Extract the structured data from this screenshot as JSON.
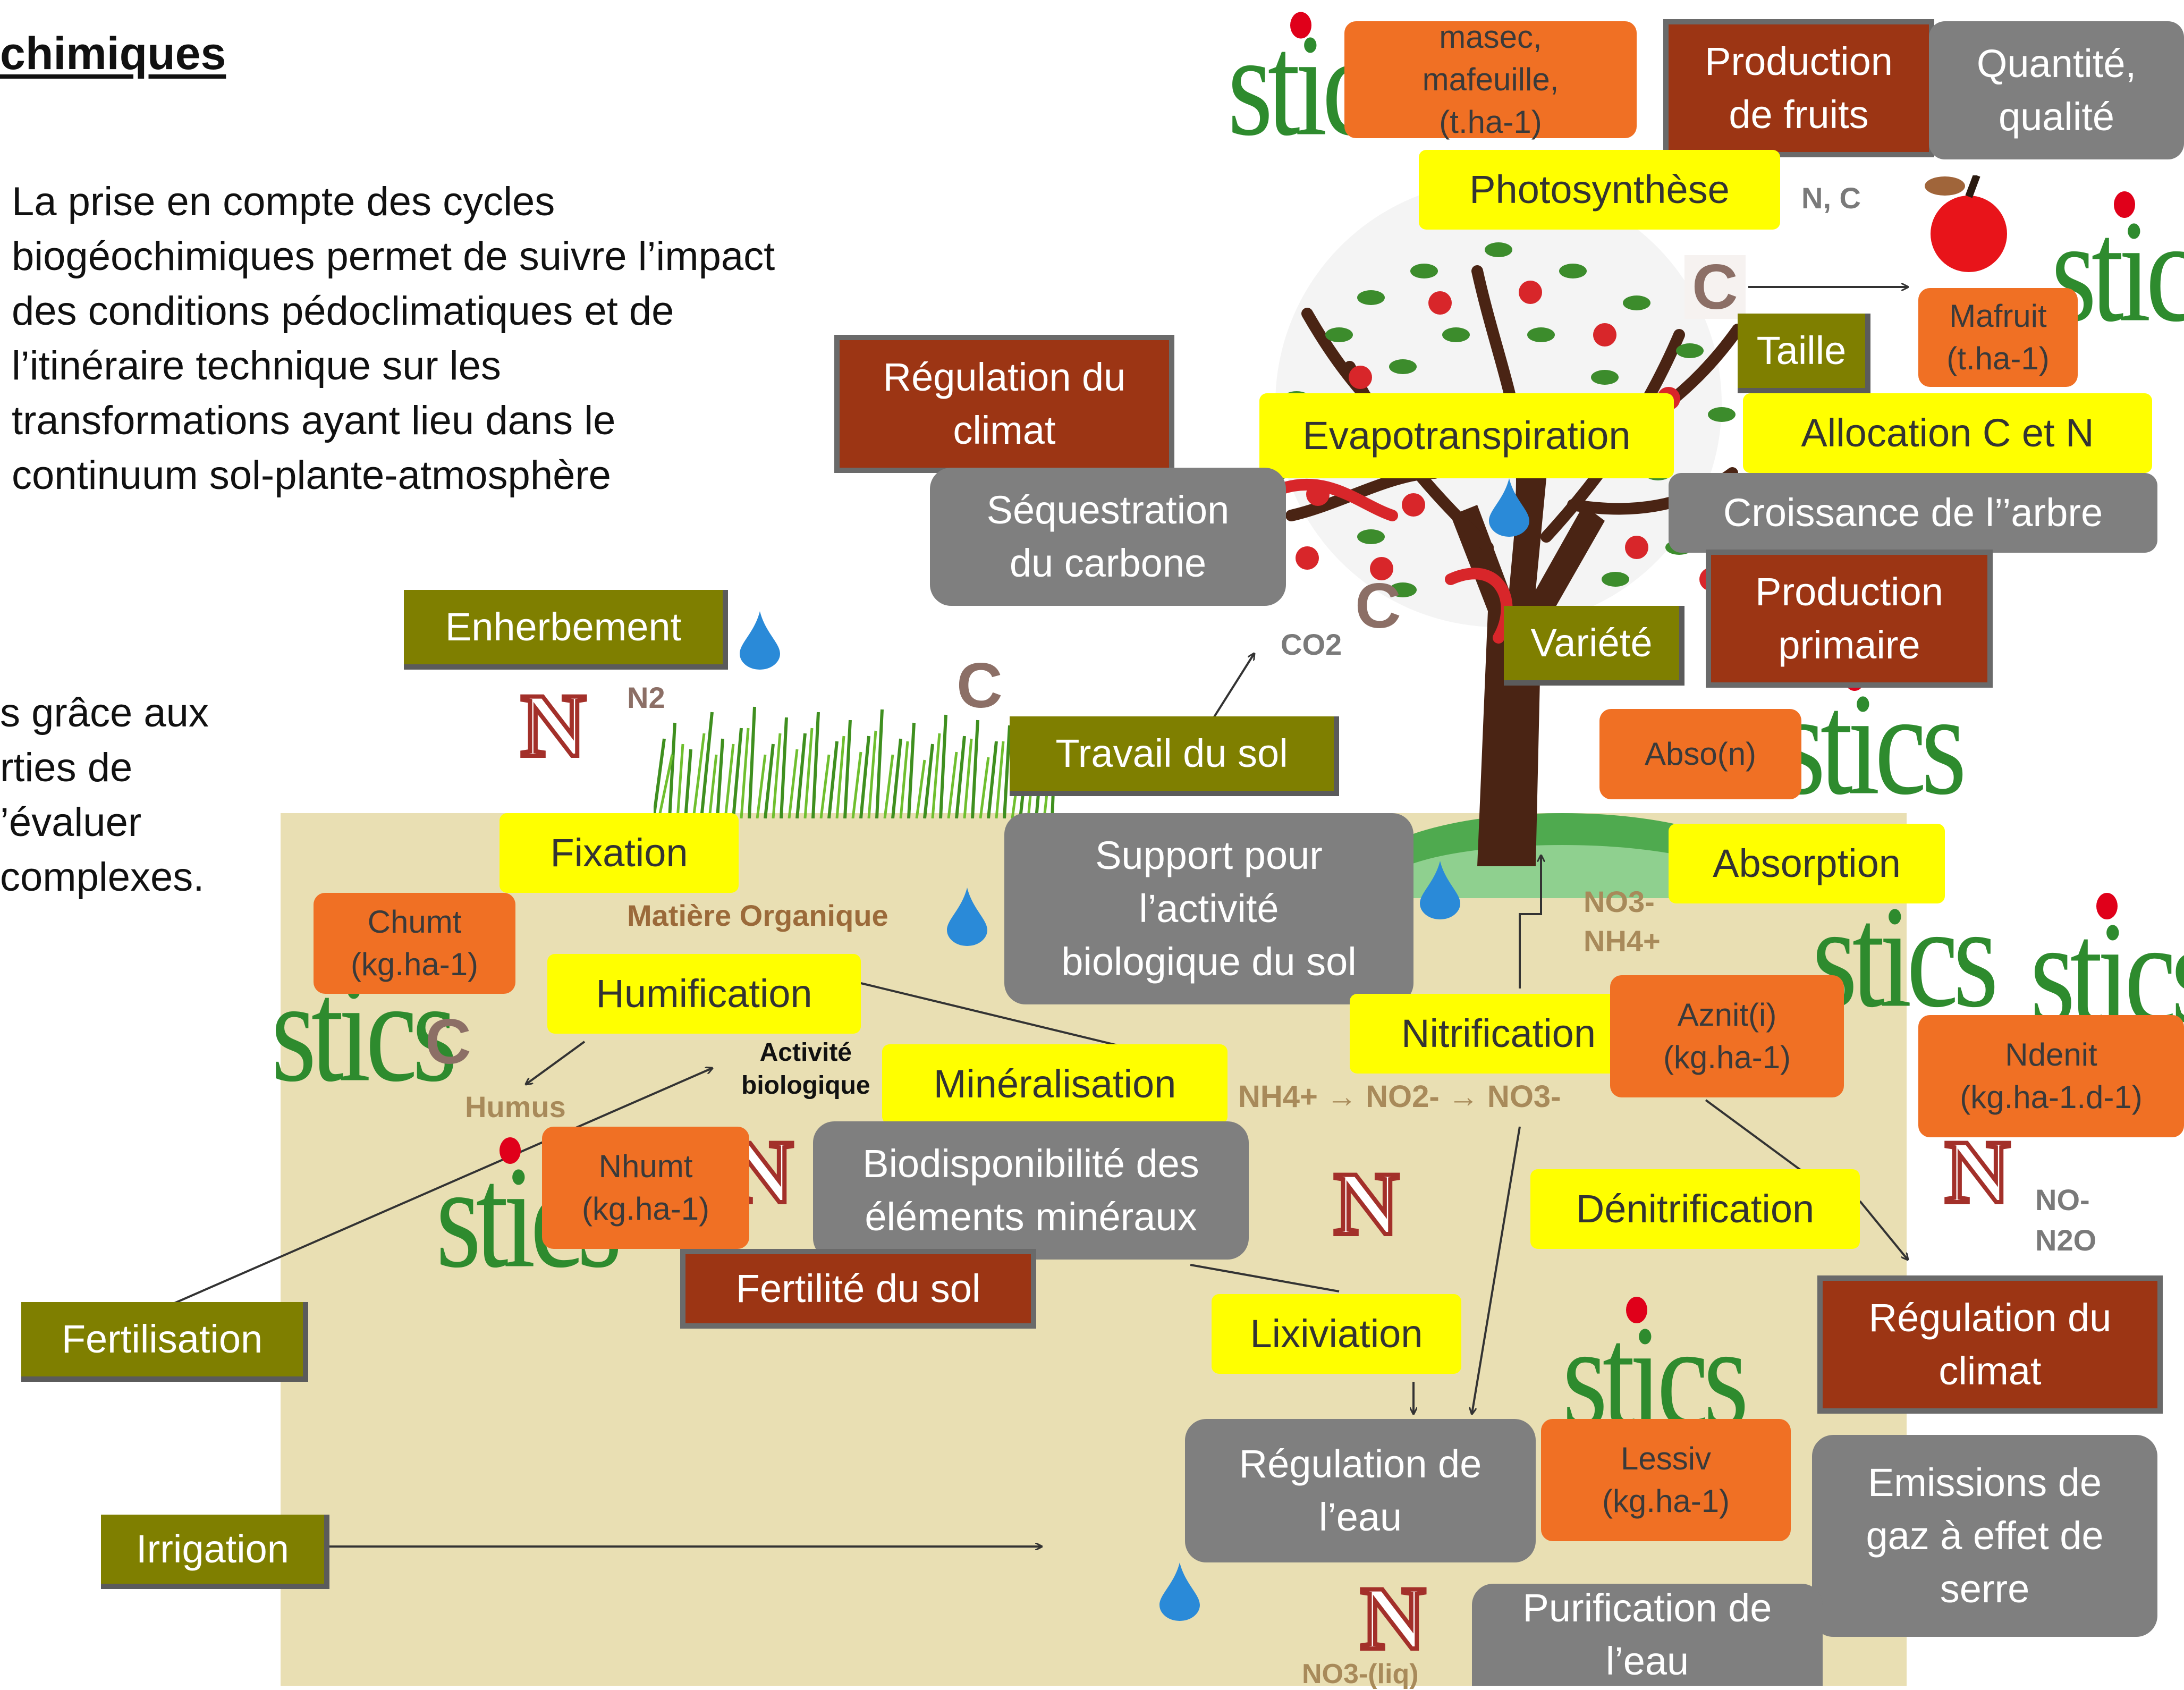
{
  "heading": "chimiques",
  "intro_text": "La prise en compte des cycles biogéochimiques permet de suivre l’impact des conditions pédoclimatiques et de l’itinéraire technique sur les transformations ayant lieu dans le continuum sol-plante-atmosphère",
  "intro2_text": "s grâce aux\nrties de\n’évaluer\ncomplexes.",
  "stics_label": "stics",
  "boxes": {
    "masec": "masec,\nmafeuille,\n(t.ha-1)",
    "production_fruits": "Production\nde fruits",
    "quantite_qualite": "Quantité,\nqualité",
    "photosynthese": "Photosynthèse",
    "mafruit": "Mafruit\n(t.ha-1)",
    "taille": "Taille",
    "regulation_climat_top": "Régulation du\nclimat",
    "evapotranspiration": "Evapotranspiration",
    "allocation": "Allocation C et N",
    "sequestration": "Séquestration\ndu carbone",
    "croissance": "Croissance de l’’arbre",
    "production_primaire": "Production\nprimaire",
    "enherbement": "Enherbement",
    "variete": "Variété",
    "travail_sol": "Travail du sol",
    "abso": "Abso(n)",
    "fixation": "Fixation",
    "support": "Support pour\nl’activité\nbiologique du sol",
    "absorption": "Absorption",
    "chumt": "Chumt\n(kg.ha-1)",
    "humification": "Humification",
    "nitrification": "Nitrification",
    "aznit": "Aznit(i)\n(kg.ha-1)",
    "ndenit": "Ndenit\n(kg.ha-1.d-1)",
    "mineralisation": "Minéralisation",
    "nhumt": "Nhumt\n(kg.ha-1)",
    "biodisponibilite": "Biodisponibilité des\néléments minéraux",
    "denitrification": "Dénitrification",
    "fertilite": "Fertilité du sol",
    "regulation_climat_bottom": "Régulation du\nclimat",
    "fertilisation": "Fertilisation",
    "lixiviation": "Lixiviation",
    "regulation_eau": "Régulation de\nl’eau",
    "lessiv": "Lessiv\n(kg.ha-1)",
    "emissions": "Emissions de\ngaz à effet de\nserre",
    "irrigation": "Irrigation",
    "purification": "Purification de\nl’eau"
  },
  "labels": {
    "n_c": "N, C",
    "n2": "N2",
    "co2": "CO2",
    "c": "C",
    "n": "N",
    "matiere_organique": "Matière Organique",
    "no3_nh4": "NO3-\nNH4+",
    "activite": "Activité\nbiologique",
    "humus": "Humus",
    "nitrif_chain": "NH4+ → NO2- → NO3-",
    "no_n2o": "NO-\nN2O",
    "no3_liq": "NO3-(liq)"
  },
  "colors": {
    "yellow": "#ffff00",
    "orange": "#f07024",
    "grey": "#7f7f7f",
    "brown": "#9c3514",
    "olive": "#7f7f00",
    "soil": "#e9dfb3",
    "stics_green": "#2e8b2e"
  }
}
